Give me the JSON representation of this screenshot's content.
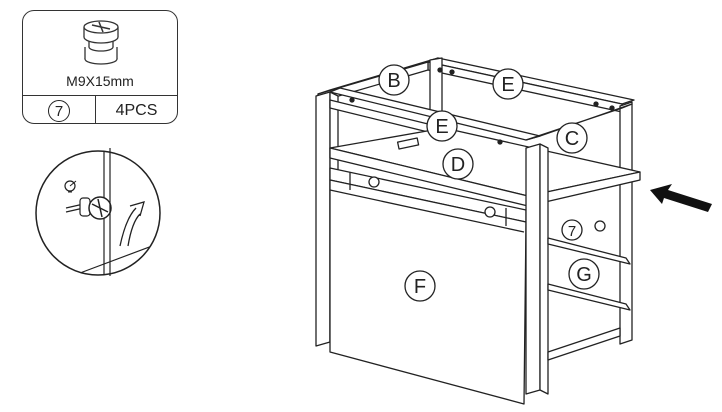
{
  "hardware": {
    "spec": "M9X15mm",
    "part_number": "7",
    "quantity": "4PCS"
  },
  "labels": {
    "B": "B",
    "E_top": "E",
    "E_mid": "E",
    "C": "C",
    "D": "D",
    "F": "F",
    "G": "G",
    "seven": "7"
  }
}
